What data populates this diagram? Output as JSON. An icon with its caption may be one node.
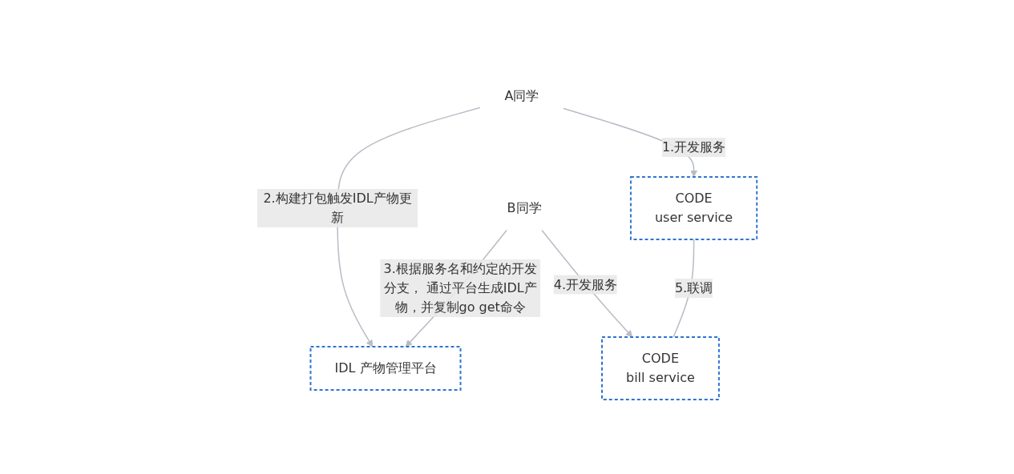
{
  "diagram": {
    "nodes": [
      {
        "text": [
          "IDL 产物管理平台"
        ]
      },
      {
        "text": [
          "A同学"
        ]
      },
      {
        "text": [
          "B同学"
        ]
      },
      {
        "text": [
          "CODE",
          "user service"
        ]
      },
      {
        "text": [
          "CODE",
          "bill service"
        ]
      }
    ],
    "edges": [
      {
        "from": 1,
        "to": 0,
        "arrow": "to",
        "label": "2.构建打包触发IDL产物更新"
      },
      {
        "from": 2,
        "to": 0,
        "arrow": "to",
        "label": "3.根据服务名和约定的开发分支， 通过平台生成IDL产物，并复制go get命令"
      },
      {
        "from": 1,
        "to": 3,
        "arrow": "to",
        "label": "1.开发服务"
      },
      {
        "from": 2,
        "to": 4,
        "arrow": "to",
        "label": "4.开发服务"
      },
      {
        "from": 3,
        "to": 4,
        "arrow": "none",
        "label": "5.联调"
      }
    ]
  }
}
